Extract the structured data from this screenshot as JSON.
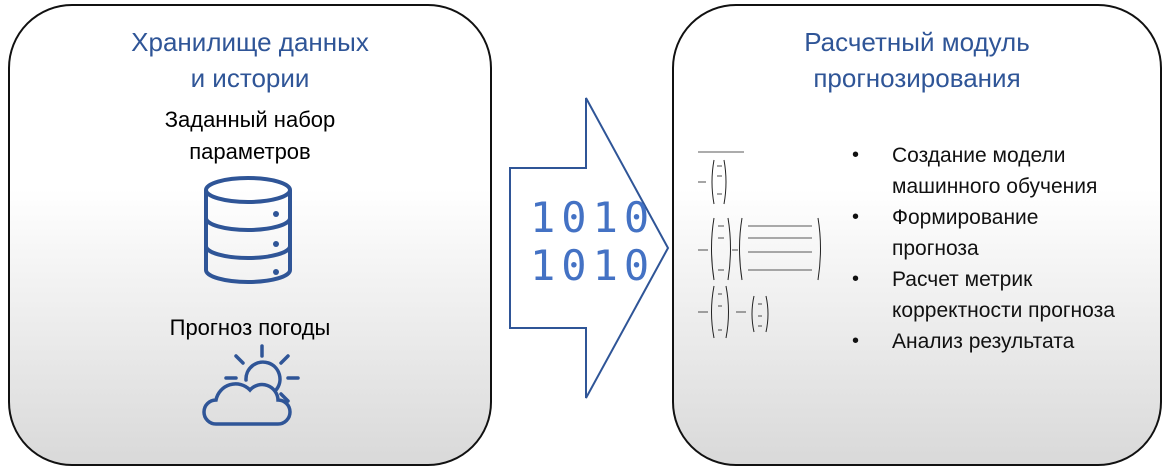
{
  "left_panel": {
    "title_line1": "Хранилище данных",
    "title_line2": "и истории",
    "dataset_line1": "Заданный набор",
    "dataset_line2": "параметров",
    "weather_label": "Прогноз погоды",
    "database_icon": "database-icon",
    "weather_icon": "sun-cloud-icon"
  },
  "arrow": {
    "bits_row1": "1010",
    "bits_row2": "1010"
  },
  "right_panel": {
    "title_line1": "Расчетный модуль",
    "title_line2": "прогнозирования",
    "formula_image": "regression-matrix-formula",
    "bullets": [
      {
        "line1": "Создание модели",
        "line2": "машинного обучения"
      },
      {
        "line1": "Формирование",
        "line2": "прогноза"
      },
      {
        "line1": "Расчет метрик",
        "line2": "корректности прогноза"
      },
      {
        "line1": "Анализ результата",
        "line2": ""
      }
    ]
  },
  "colors": {
    "title_blue": "#2f5597",
    "icon_blue": "#2f5597",
    "bits_blue": "#4472c4",
    "outline": "#111111"
  }
}
